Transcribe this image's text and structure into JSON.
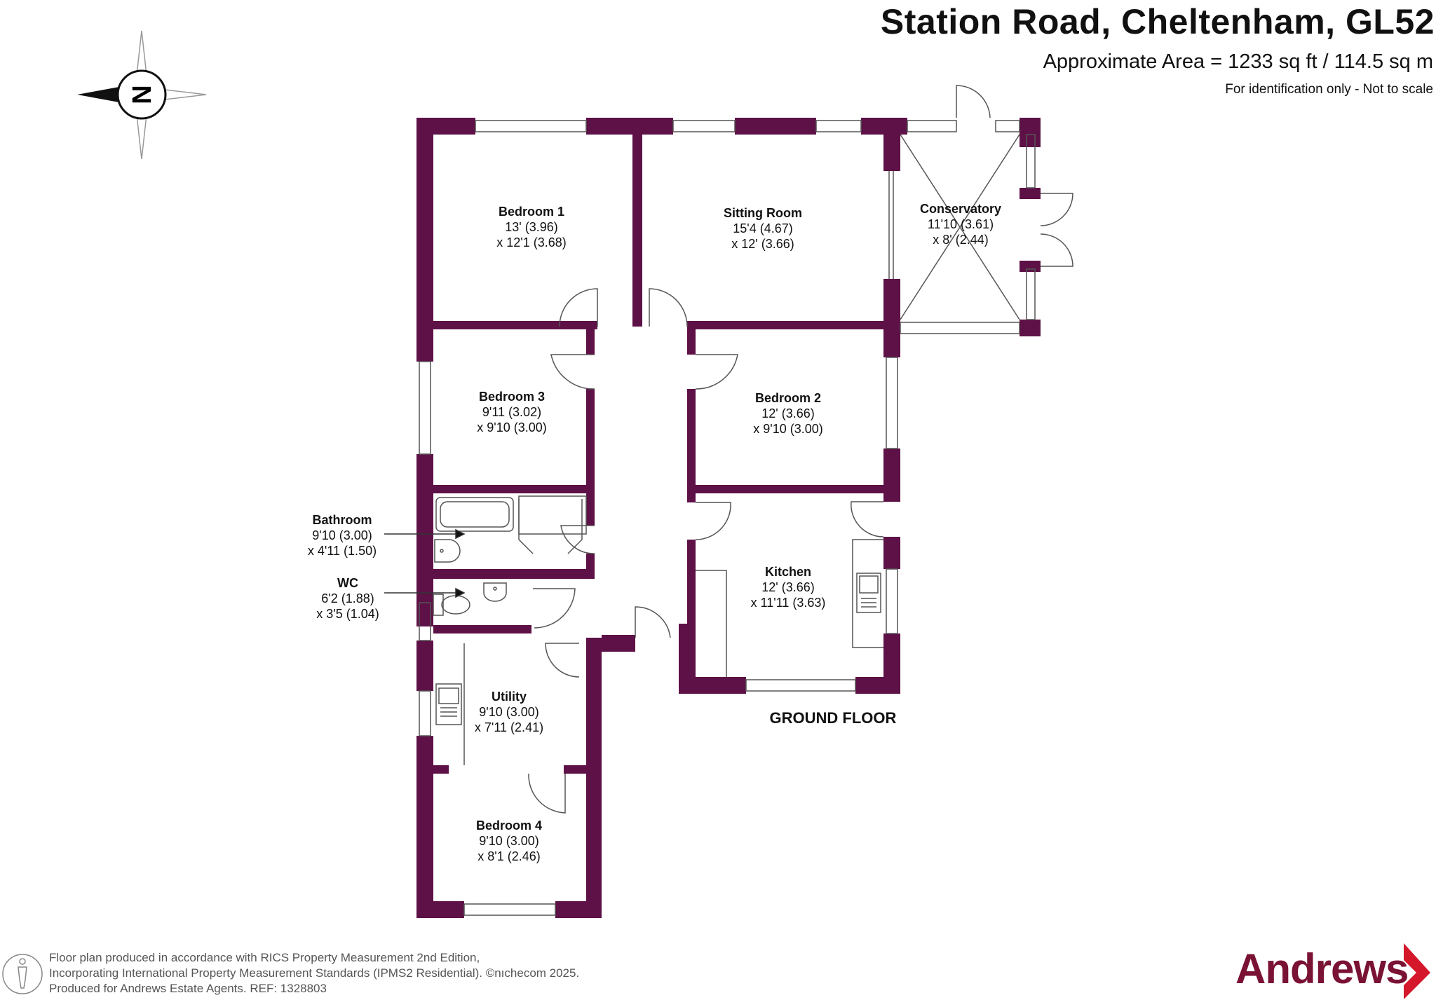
{
  "header": {
    "title": "Station Road, Cheltenham, GL52",
    "area": "Approximate Area = 1233 sq ft / 114.5 sq m",
    "identification": "For identification only - Not to scale"
  },
  "compass": {
    "label": "N"
  },
  "floor_label": "GROUND FLOOR",
  "rooms": {
    "bedroom1": {
      "name": "Bedroom 1",
      "dim1": "13' (3.96)",
      "dim2": "x 12'1 (3.68)"
    },
    "sitting": {
      "name": "Sitting Room",
      "dim1": "15'4 (4.67)",
      "dim2": "x 12' (3.66)"
    },
    "conservatory": {
      "name": "Conservatory",
      "dim1": "11'10 (3.61)",
      "dim2": "x 8' (2.44)"
    },
    "bedroom3": {
      "name": "Bedroom 3",
      "dim1": "9'11 (3.02)",
      "dim2": "x 9'10 (3.00)"
    },
    "bedroom2": {
      "name": "Bedroom 2",
      "dim1": "12' (3.66)",
      "dim2": "x 9'10 (3.00)"
    },
    "bathroom": {
      "name": "Bathroom",
      "dim1": "9'10 (3.00)",
      "dim2": "x 4'11 (1.50)"
    },
    "wc": {
      "name": "WC",
      "dim1": "6'2 (1.88)",
      "dim2": "x 3'5 (1.04)"
    },
    "kitchen": {
      "name": "Kitchen",
      "dim1": "12' (3.66)",
      "dim2": "x 11'11 (3.63)"
    },
    "utility": {
      "name": "Utility",
      "dim1": "9'10 (3.00)",
      "dim2": "x 7'11 (2.41)"
    },
    "bedroom4": {
      "name": "Bedroom 4",
      "dim1": "9'10 (3.00)",
      "dim2": "x 8'1 (2.46)"
    }
  },
  "footer": {
    "line1": "Floor plan produced in accordance with RICS Property Measurement 2nd Edition,",
    "line2": "Incorporating International Property Measurement Standards (IPMS2 Residential).   ©nıchecom 2025.",
    "line3": "Produced for Andrews Estate Agents.    REF: 1328803"
  },
  "brand": {
    "name": "Andrews"
  },
  "colors": {
    "wall": "#5e1147",
    "brand": "#7a1234",
    "accent_red": "#d4172a",
    "line": "#555555"
  }
}
